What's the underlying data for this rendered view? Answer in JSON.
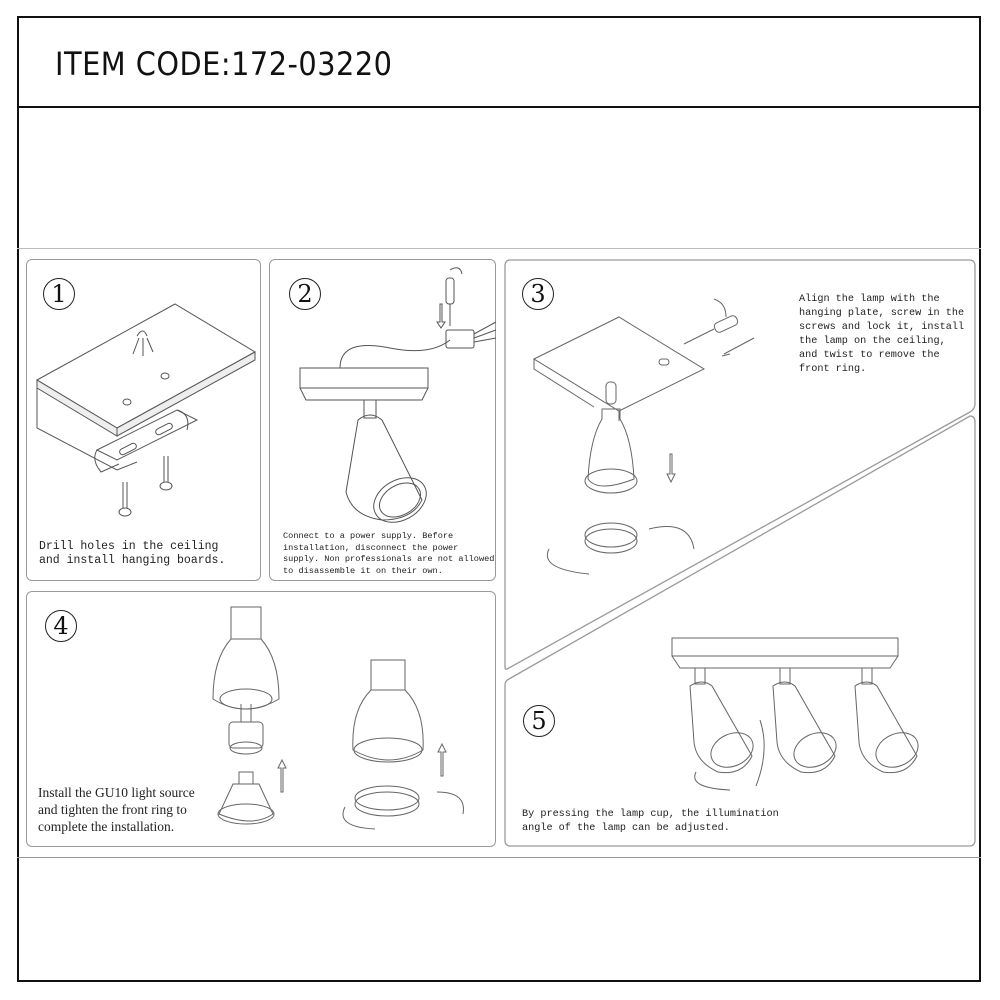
{
  "header": {
    "item_code_label": "ITEM CODE:172-03220"
  },
  "steps": [
    {
      "number": "1",
      "caption": "Drill holes in the ceiling\nand install hanging boards.",
      "illustration": "ceiling-board-with-bracket-and-screws"
    },
    {
      "number": "2",
      "caption": "Connect to a power supply. Before\ninstallation, disconnect the power\nsupply. Non professionals are not allowed\nto disassemble it on their own.",
      "illustration": "lamp-wired-to-terminal-block-with-screwdriver"
    },
    {
      "number": "3",
      "caption": "Align the lamp with the\nhanging plate, screw in the\nscrews and lock it, install\nthe lamp on the ceiling,\nand twist to remove the\nfront ring.",
      "illustration": "mount-plate-screwdriver-lamp-front-ring"
    },
    {
      "number": "4",
      "caption": "Install the GU10 light source\nand tighten the front ring to\ncomplete the installation.",
      "illustration": "gu10-bulb-insertion-and-ring-tightening"
    },
    {
      "number": "5",
      "caption": "By pressing the lamp cup, the illumination\nangle of the lamp can be adjusted.",
      "illustration": "three-spotlight-bar-angle-adjustment"
    }
  ],
  "colors": {
    "frame": "#111111",
    "panel_border": "#9a9a9a",
    "line_art": "#555555",
    "text": "#222222"
  }
}
